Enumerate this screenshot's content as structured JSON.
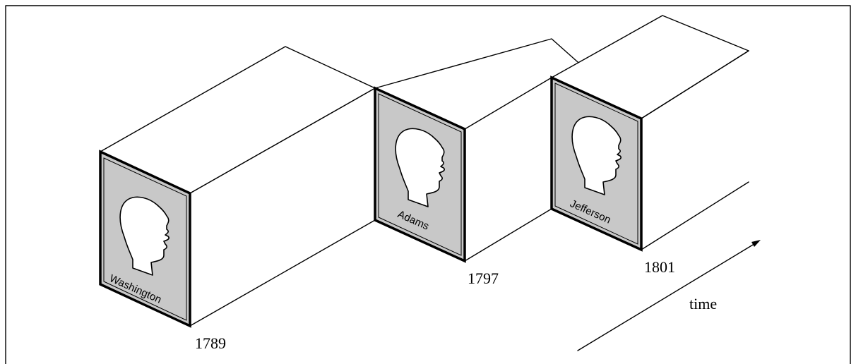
{
  "presidents": [
    {
      "name": "Washington",
      "year": "1789"
    },
    {
      "name": "Adams",
      "year": "1797"
    },
    {
      "name": "Jefferson",
      "year": "1801"
    }
  ],
  "axis": {
    "label": "time"
  }
}
